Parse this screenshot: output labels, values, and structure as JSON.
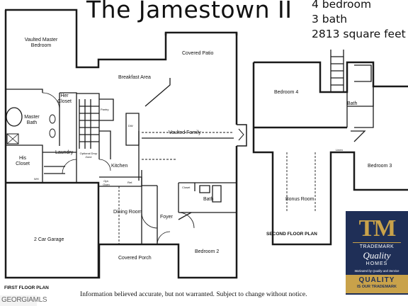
{
  "title": "The Jamestown II",
  "specs": {
    "bedrooms": "4 bedroom",
    "baths": "3 bath",
    "sqft": "2813 square feet"
  },
  "first_floor": {
    "caption": "FIRST FLOOR PLAN",
    "rooms": {
      "vaulted_master_bedroom": "Vaulted Master Bedroom",
      "her_closet": "Her Closet",
      "master_bath": "Master Bath",
      "his_closet": "His Closet",
      "laundry": "Laundry",
      "wh": "WH",
      "breakfast_area": "Breakfast Area",
      "pantry": "Pantry",
      "dw": "DW",
      "kitchen": "Kitchen",
      "optional_drop_zone": "Optional Drop Zone",
      "opt_oven": "Opt. Oven",
      "ref": "Ref.",
      "covered_patio": "Covered Patio",
      "vaulted_family": "Vaulted Family",
      "dining_room": "Dining Room",
      "foyer": "Foyer",
      "closet": "Closet",
      "bath": "Bath",
      "bedroom_2": "Bedroom 2",
      "covered_porch": "Covered Porch",
      "garage": "2 Car Garage"
    }
  },
  "second_floor": {
    "caption": "SECOND FLOOR PLAN",
    "rooms": {
      "bedroom_4": "Bedroom 4",
      "bath": "Bath",
      "bedroom_3": "Bedroom 3",
      "bonus_room": "Bonus Room",
      "linen": "Linen"
    }
  },
  "disclaimer": "Information believed accurate, but not warranted. Subject to change without notice.",
  "logo": {
    "mark": "TM",
    "brand": "TRADEMARK",
    "script": "Quality",
    "homes": "HOMES",
    "motto": "Motivated by Quality and Service",
    "quality": "QUALITY",
    "tagline": "IS OUR TRADEMARK"
  },
  "watermark": "GEORGIAMLS",
  "colors": {
    "wall": "#1a1a1a",
    "logo_navy": "#1f2f57",
    "logo_gold": "#c9a24a"
  }
}
